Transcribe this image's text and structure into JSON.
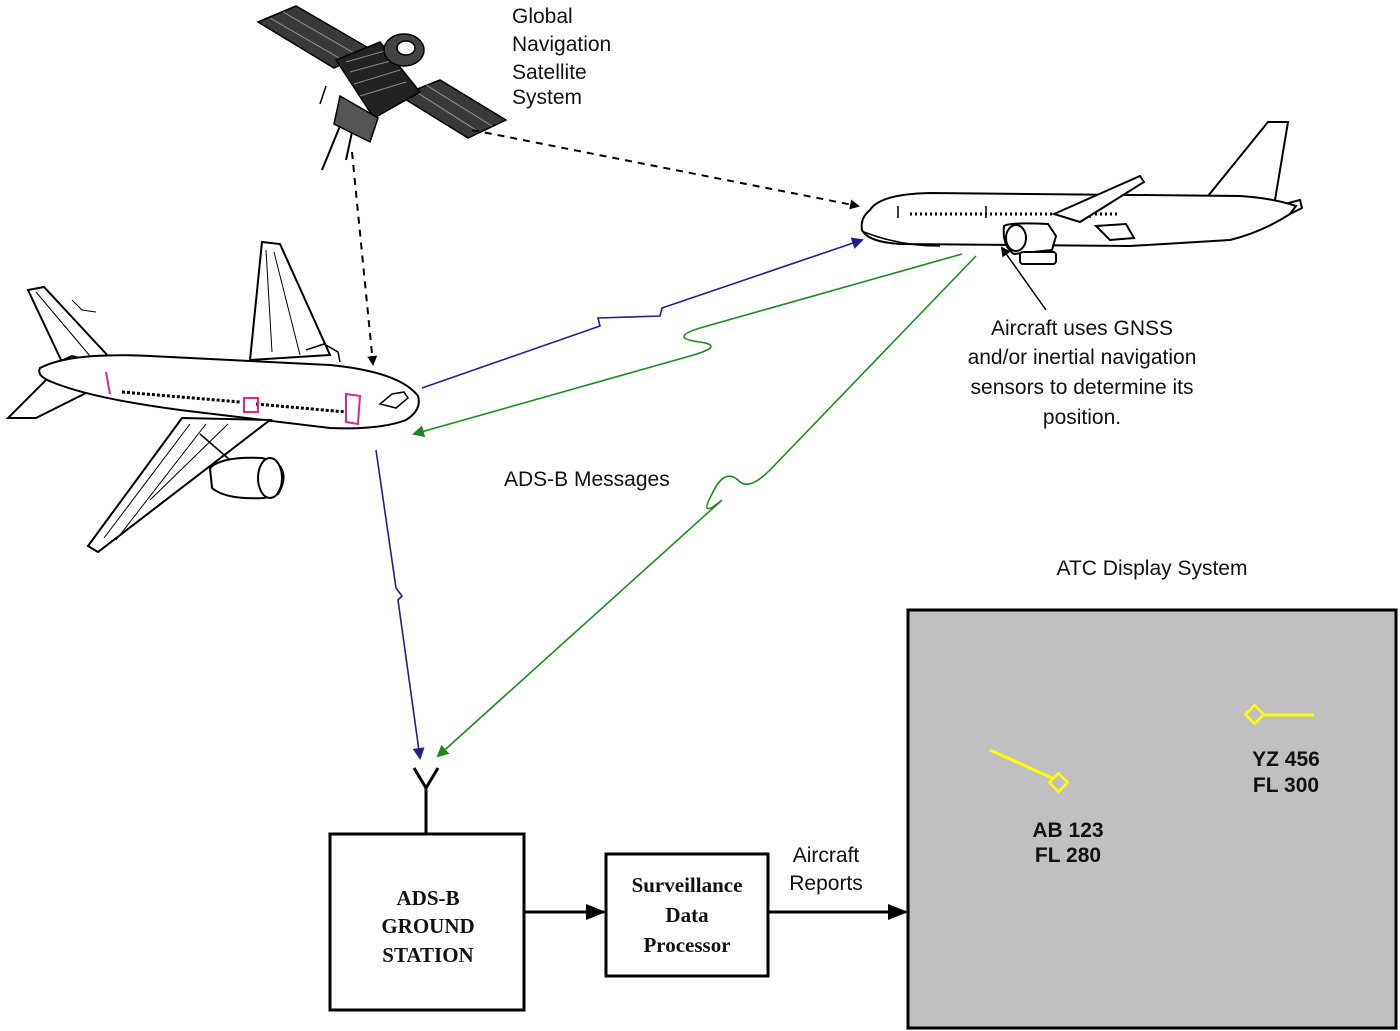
{
  "labels": {
    "gnss": [
      "Global",
      "Navigation",
      "Satellite",
      "System"
    ],
    "aircraft_note": [
      "Aircraft uses GNSS",
      "and/or inertial navigation",
      "sensors to determine its",
      "position."
    ],
    "adsb_messages": "ADS-B Messages",
    "atc_display": "ATC Display System",
    "aircraft_reports": [
      "Aircraft",
      "Reports"
    ]
  },
  "boxes": {
    "ground_station": [
      "ADS-B",
      "GROUND",
      "STATION"
    ],
    "processor": [
      "Surveillance",
      "Data",
      "Processor"
    ]
  },
  "targets": [
    {
      "callsign": "AB 123",
      "flight_level": "FL 280"
    },
    {
      "callsign": "YZ 456",
      "flight_level": "FL 300"
    }
  ],
  "colors": {
    "display_bg": "#c0c0c0",
    "target_symbol": "#ffff00",
    "uplink": "#1f1f8f",
    "downlink": "#1e8a1e",
    "accent_marks": "#e0248a"
  },
  "icons": {
    "satellite": "satellite-icon",
    "aircraft_left": "airliner-icon",
    "aircraft_right": "airliner-icon",
    "antenna": "antenna-icon"
  }
}
